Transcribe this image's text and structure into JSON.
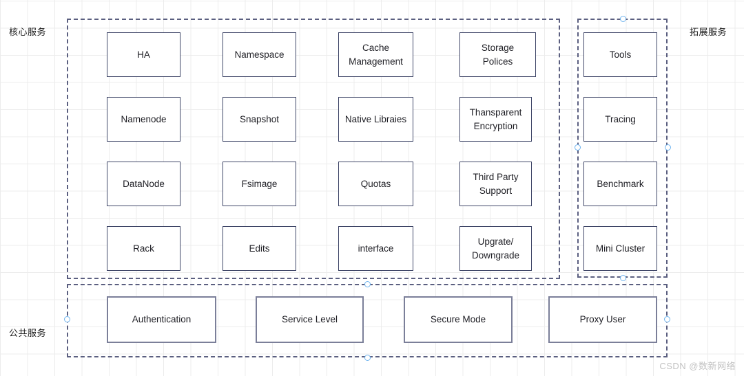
{
  "groups": [
    {
      "id": "core",
      "label": "核心服务"
    },
    {
      "id": "ext",
      "label": "拓展服务"
    },
    {
      "id": "public",
      "label": "公共服务"
    }
  ],
  "core_services": {
    "label": "核心服务",
    "columns": [
      {
        "nodes": [
          "HA",
          "Namenode",
          "DataNode",
          "Rack"
        ]
      },
      {
        "nodes": [
          "Namespace",
          "Snapshot",
          "Fsimage",
          "Edits"
        ]
      },
      {
        "nodes": [
          "Cache\nManagement",
          "Native Libraies",
          "Quotas",
          "interface"
        ]
      },
      {
        "nodes": [
          "Storage\nPolices",
          "Thansparent\nEncryption",
          "Third Party\nSupport",
          "Upgrate/\nDowngrade"
        ]
      }
    ],
    "nodes_flat": [
      "HA",
      "Namespace",
      "Cache\nManagement",
      "Storage\nPolices",
      "Namenode",
      "Snapshot",
      "Native Libraies",
      "Thansparent\nEncryption",
      "DataNode",
      "Fsimage",
      "Quotas",
      "Third Party\nSupport",
      "Rack",
      "Edits",
      "interface",
      "Upgrate/\nDowngrade"
    ]
  },
  "extension_services": {
    "label": "拓展服务",
    "nodes": [
      "Tools",
      "Tracing",
      "Benchmark",
      "Mini Cluster"
    ]
  },
  "public_services": {
    "label": "公共服务",
    "nodes": [
      "Authentication",
      "Service Level",
      "Secure Mode",
      "Proxy User"
    ]
  },
  "watermark": "CSDN @数新网络",
  "colors": {
    "node_border": "#3d4466",
    "node_border_soft": "#7b7f99",
    "group_border": "#5b5f80",
    "handle": "#6fb4ef",
    "grid": "#ececec",
    "text": "#1e1e24",
    "watermark": "#c2c2c2"
  }
}
